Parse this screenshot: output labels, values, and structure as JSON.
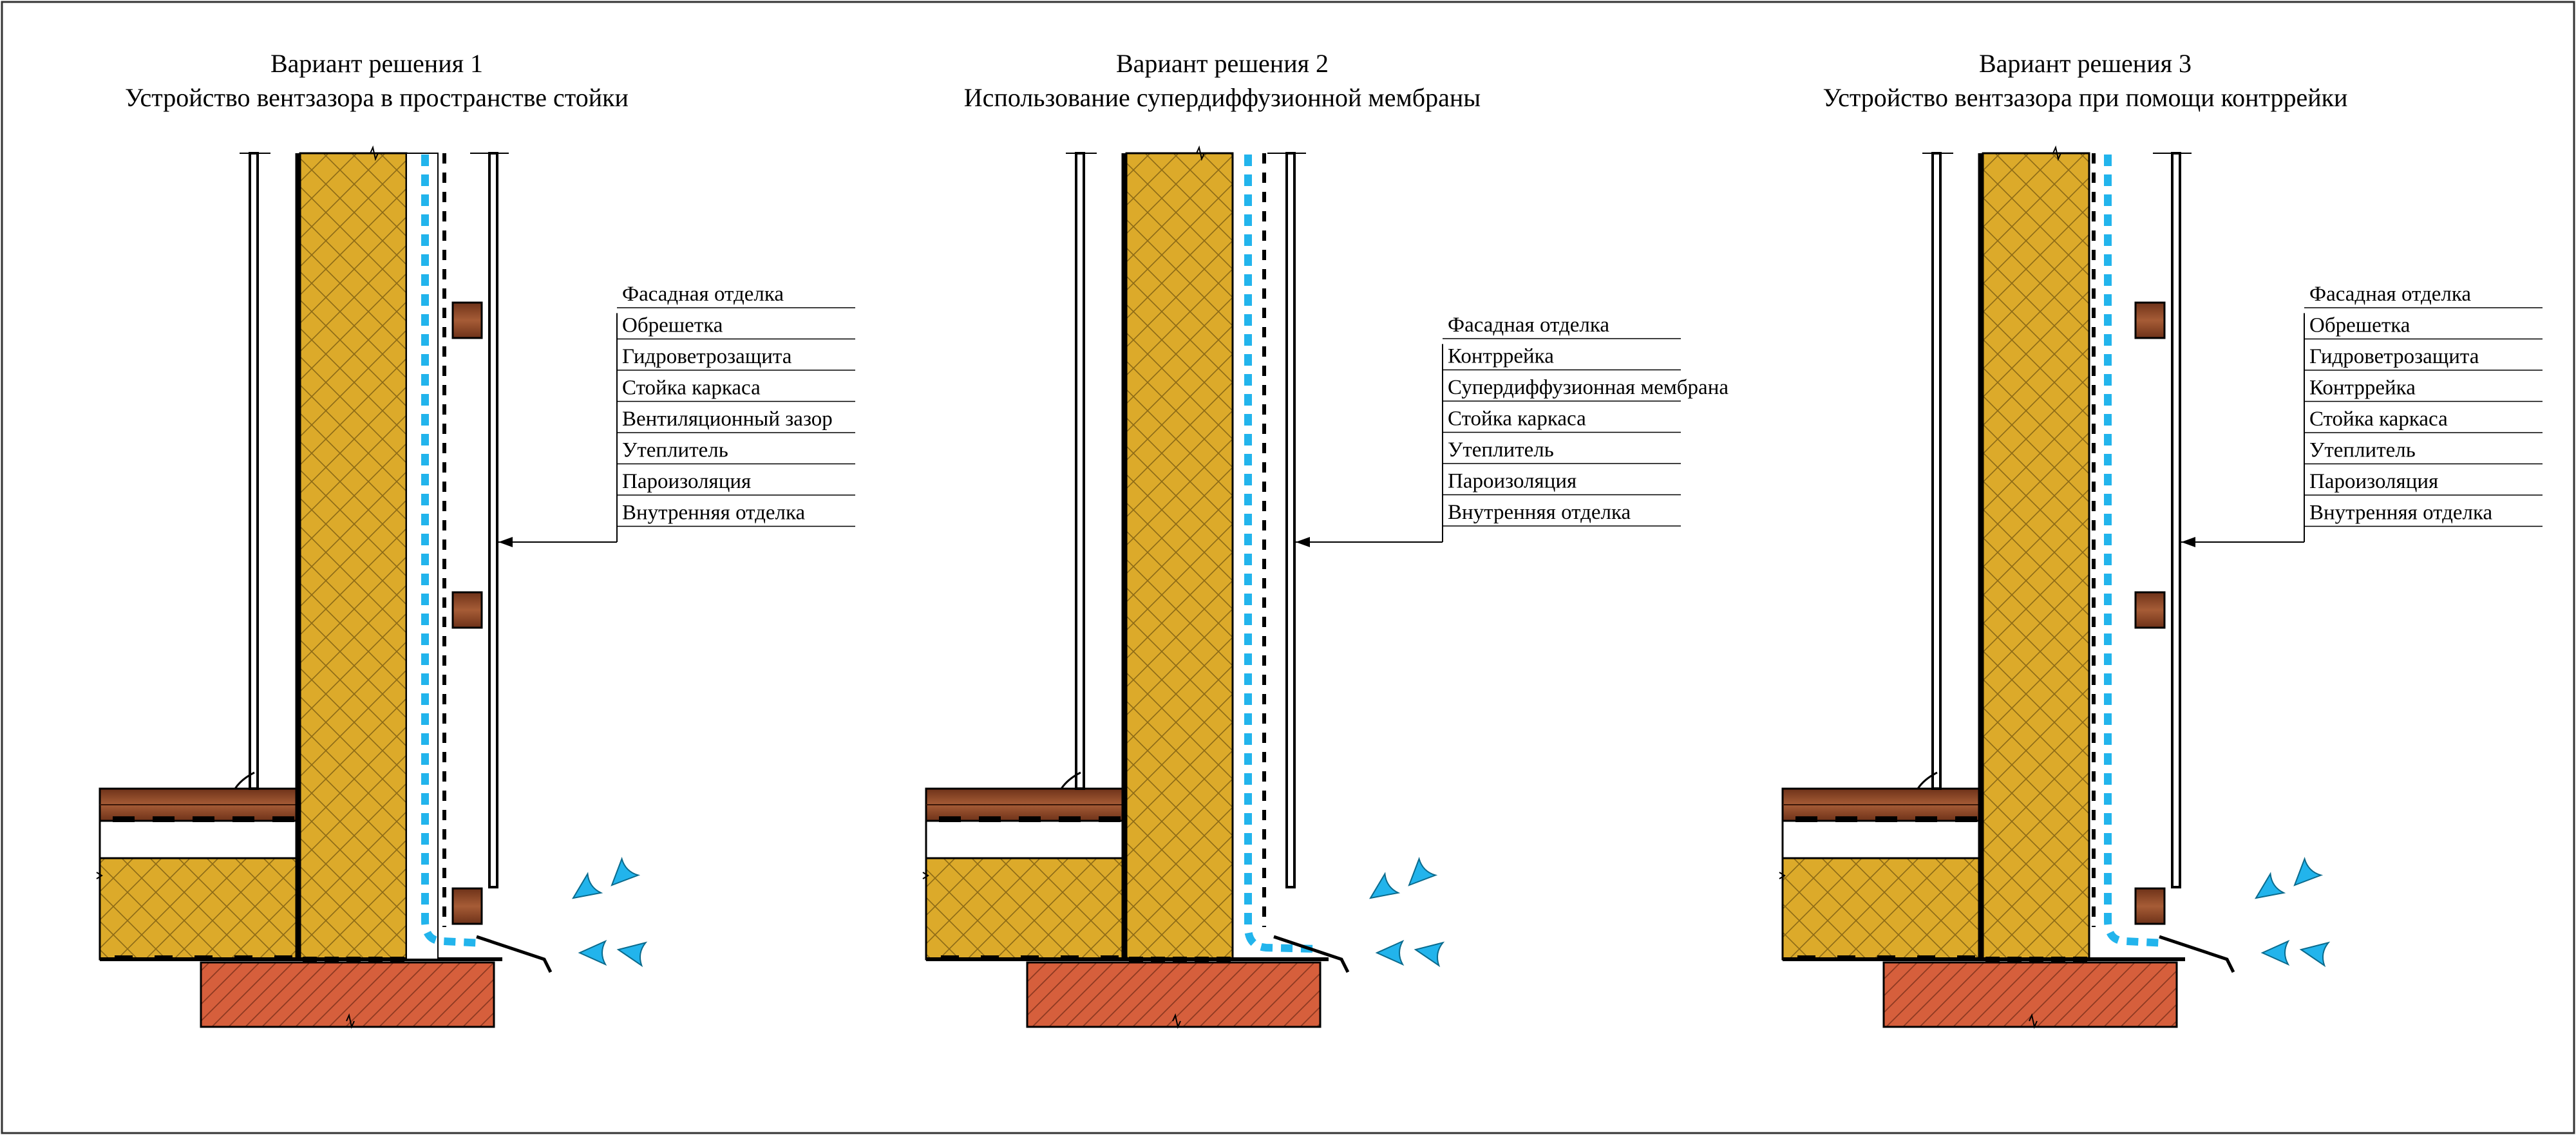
{
  "variants": [
    {
      "title": "Вариант решения 1",
      "subtitle": "Устройство вентзазора в пространстве стойки",
      "labels": [
        "Фасадная отделка",
        "Обрешетка",
        "Гидроветрозащита",
        "Стойка каркаса",
        "Вентиляционный зазор",
        "Утеплитель",
        "Пароизоляция",
        "Внутренняя отделка"
      ]
    },
    {
      "title": "Вариант решения 2",
      "subtitle": "Использование супердиффузионной мембраны",
      "labels": [
        "Фасадная отделка",
        "Контррейка",
        "Супердиффузионная мембрана",
        "Стойка каркаса",
        "Утеплитель",
        "Пароизоляция",
        "Внутренняя отделка"
      ]
    },
    {
      "title": "Вариант решения 3",
      "subtitle": "Устройство вентзазора при помощи контррейки",
      "labels": [
        "Фасадная отделка",
        "Обрешетка",
        "Гидроветрозащита",
        "Контррейка",
        "Стойка каркаса",
        "Утеплитель",
        "Пароизоляция",
        "Внутренняя отделка"
      ]
    }
  ],
  "colors": {
    "insulation": "#dcaa2a",
    "brick": "#d65f3c",
    "wood": "#8a4628",
    "airflow": "#22b4ec",
    "line": "#000000"
  }
}
